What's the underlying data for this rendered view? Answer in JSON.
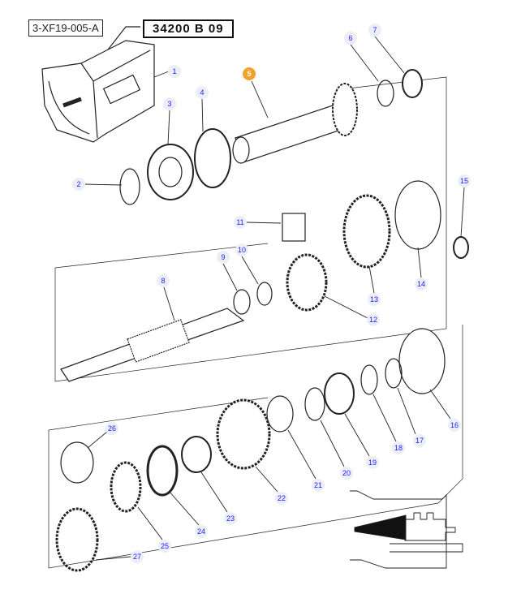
{
  "header": {
    "reference": "3-XF19-005-A",
    "group_code": "34200 B 09"
  },
  "highlight_color": "#f0a22c",
  "callouts": [
    "1",
    "2",
    "3",
    "4",
    "5",
    "6",
    "7",
    "8",
    "9",
    "10",
    "11",
    "12",
    "13",
    "14",
    "15",
    "16",
    "17",
    "18",
    "19",
    "20",
    "21",
    "22",
    "23",
    "24",
    "25",
    "26",
    "27"
  ],
  "highlighted": "5"
}
